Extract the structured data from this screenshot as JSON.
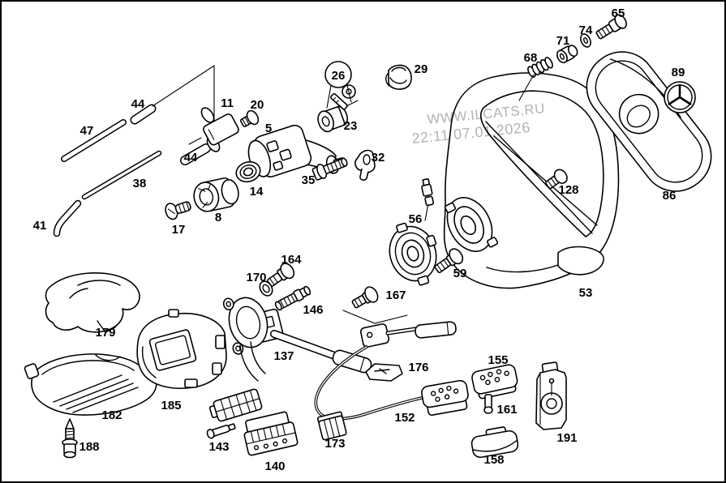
{
  "watermark": {
    "line1": "WWW.ILCATS.RU",
    "line2": "22:11 07.01.2026",
    "color": "#b3b3b3"
  },
  "colors": {
    "background": "#ffffff",
    "line": "#000000",
    "border": "#000000",
    "label": "#000000"
  },
  "labels": {
    "p65": "65",
    "p74": "74",
    "p71": "71",
    "p68": "68",
    "p89": "89",
    "p29": "29",
    "p26": "26",
    "p23": "23",
    "p20": "20",
    "p11": "11",
    "p44a": "44",
    "p47": "47",
    "p5": "5",
    "p32": "32",
    "p35": "35",
    "p44b": "44",
    "p38": "38",
    "p14": "14",
    "p8": "8",
    "p17": "17",
    "p41": "41",
    "p128": "128",
    "p86": "86",
    "p56": "56",
    "p59": "59",
    "p53": "53",
    "p167": "167",
    "p164": "164",
    "p170": "170",
    "p146": "146",
    "p137": "137",
    "p176": "176",
    "p179": "179",
    "p185": "185",
    "p182": "182",
    "p188": "188",
    "p143": "143",
    "p140": "140",
    "p173": "173",
    "p152": "152",
    "p155": "155",
    "p161": "161",
    "p158": "158",
    "p191": "191"
  }
}
